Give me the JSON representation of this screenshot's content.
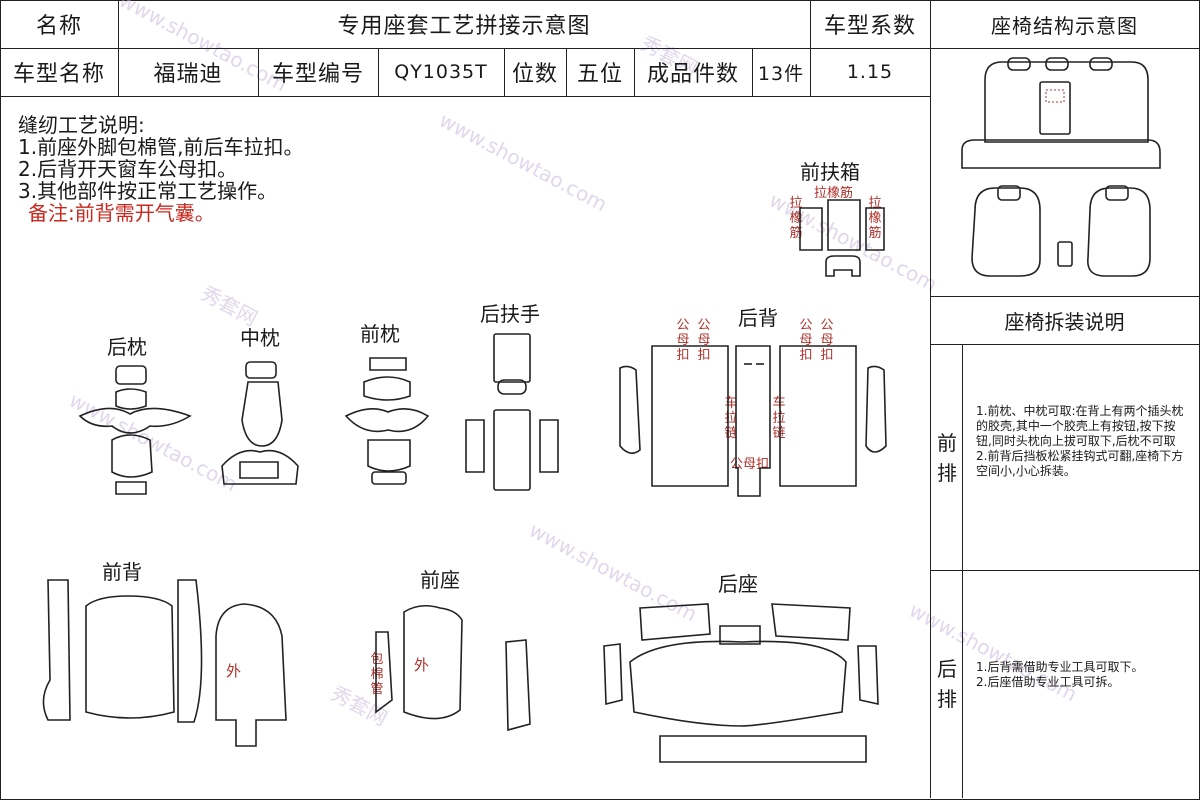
{
  "header": {
    "name_label": "名称",
    "title": "专用座套工艺拼接示意图",
    "coef_label": "车型系数",
    "structure_title": "座椅结构示意图"
  },
  "info_row": {
    "model_name_label": "车型名称",
    "model_name": "福瑞迪",
    "model_code_label": "车型编号",
    "model_code": "QY1035T",
    "seats_label": "位数",
    "seats": "五位",
    "pieces_label": "成品件数",
    "pieces": "13件",
    "coef": "1.15"
  },
  "sewing_notes": {
    "heading": "缝纫工艺说明:",
    "items": [
      "1.前座外脚包棉管,前后车拉扣。",
      "2.后背开天窗车公母扣。",
      "3.其他部件按正常工艺操作。"
    ],
    "remark": "备注:前背需开气囊。"
  },
  "parts": {
    "front_armbox": "前扶箱",
    "rear_headrest": "后枕",
    "middle_headrest": "中枕",
    "front_headrest": "前枕",
    "rear_armrest": "后扶手",
    "rear_back": "后背",
    "front_back": "前背",
    "front_seat": "前座",
    "rear_seat": "后座"
  },
  "annotations": {
    "elastic_top": "拉橡筋",
    "elastic_side_left": "拉橡筋",
    "elastic_side_right": "拉橡筋",
    "snap_1": "公母扣",
    "snap_2": "公母扣",
    "snap_3": "公母扣",
    "snap_4": "公母扣",
    "zipper_left": "车拉链",
    "zipper_right": "车拉链",
    "snap_bottom": "公母扣",
    "outer_back": "外",
    "outer_seat": "外",
    "cotton_tube": "包棉管"
  },
  "disassembly": {
    "title": "座椅拆装说明",
    "front_row_label": "前排",
    "front_row_text": [
      "1.前枕、中枕可取:在背上有两个插头枕的胶壳,其中一个胶壳上有按钮,按下按钮,同时头枕向上拔可取下,后枕不可取",
      "2.前背后挡板松紧挂钩式可翻,座椅下方空间小,小心拆装。"
    ],
    "rear_row_label": "后排",
    "rear_row_text": [
      "1.后背需借助专业工具可取下。",
      "2.后座借助专业工具可拆。"
    ]
  },
  "watermark": {
    "text_cn": "秀套网",
    "text_url": "www.showtao.com"
  }
}
